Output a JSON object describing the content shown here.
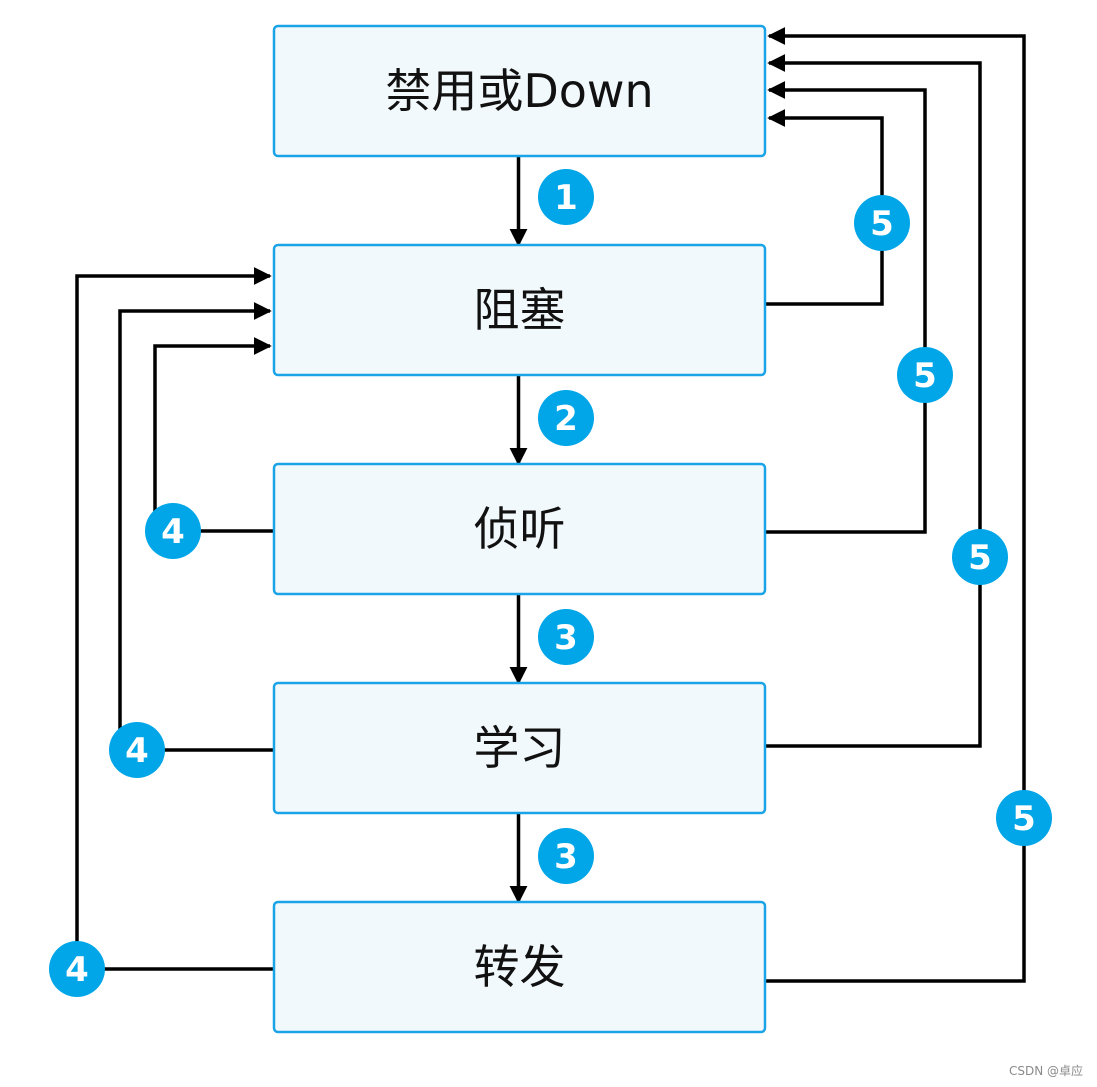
{
  "diagram": {
    "states": [
      {
        "id": "disabled",
        "label": "禁用或Down"
      },
      {
        "id": "blocking",
        "label": "阻塞"
      },
      {
        "id": "listening",
        "label": "侦听"
      },
      {
        "id": "learning",
        "label": "学习"
      },
      {
        "id": "forwarding",
        "label": "转发"
      }
    ],
    "transitions": [
      {
        "from": "disabled",
        "to": "blocking",
        "label": "1"
      },
      {
        "from": "blocking",
        "to": "listening",
        "label": "2"
      },
      {
        "from": "listening",
        "to": "learning",
        "label": "3"
      },
      {
        "from": "learning",
        "to": "forwarding",
        "label": "3"
      },
      {
        "from": "listening",
        "to": "blocking",
        "label": "4"
      },
      {
        "from": "learning",
        "to": "blocking",
        "label": "4"
      },
      {
        "from": "forwarding",
        "to": "blocking",
        "label": "4"
      },
      {
        "from": "blocking",
        "to": "disabled",
        "label": "5"
      },
      {
        "from": "listening",
        "to": "disabled",
        "label": "5"
      },
      {
        "from": "learning",
        "to": "disabled",
        "label": "5"
      },
      {
        "from": "forwarding",
        "to": "disabled",
        "label": "5"
      }
    ]
  },
  "watermark": "CSDN @卓应",
  "colors": {
    "box_fill": "#f2f9fc",
    "box_stroke": "#1aa3e6",
    "badge_fill": "#00a6e8",
    "line": "#000000"
  }
}
